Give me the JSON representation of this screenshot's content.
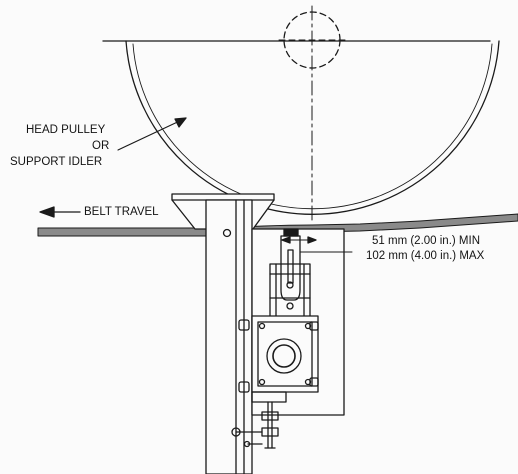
{
  "labels": {
    "pulley_line1": "HEAD PULLEY",
    "pulley_line2": "OR",
    "pulley_line3": "SUPPORT IDLER",
    "belt_travel": "BELT TRAVEL",
    "dim_min": "51 mm (2.00 in.) MIN",
    "dim_max": "102 mm (4.00 in.) MAX"
  },
  "colors": {
    "line": "#1a1a1a",
    "belt": "#8a8a8a",
    "paper": "#fbfbfb"
  }
}
